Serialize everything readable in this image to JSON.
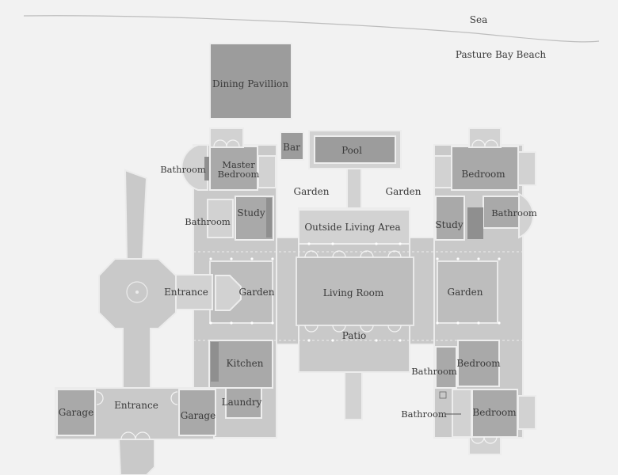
{
  "labels": {
    "sea": "Sea",
    "beach": "Pasture Bay Beach",
    "dining": "Dining Pavillion",
    "bar": "Bar",
    "pool": "Pool",
    "master_bedroom_1": "Master",
    "master_bedroom_2": "Bedroom",
    "bathroom_master": "Bathroom",
    "bathroom_study_left": "Bathroom",
    "study_left": "Study",
    "garden_top_left": "Garden",
    "garden_top_right": "Garden",
    "outside_living": "Outside Living Area",
    "bedroom_top_right": "Bedroom",
    "study_right": "Study",
    "bathroom_right": "Bathroom",
    "entrance_left": "Entrance",
    "garden_left": "Garden",
    "living_room": "Living Room",
    "garden_right": "Garden",
    "patio": "Patio",
    "kitchen": "Kitchen",
    "laundry": "Laundry",
    "bathroom_right_mid": "Bathroom",
    "bedroom_right_mid": "Bedroom",
    "bathroom_right_bottom": "Bathroom",
    "bedroom_right_bottom": "Bedroom",
    "garage_left": "Garage",
    "entrance_main": "Entrance",
    "garage_right": "Garage"
  },
  "colors": {
    "background": "#f2f2f2",
    "wall": "#c9c9c9",
    "room": "#bdbdbd",
    "dark_room": "#a9a9a9",
    "text": "#3a3a3a"
  }
}
